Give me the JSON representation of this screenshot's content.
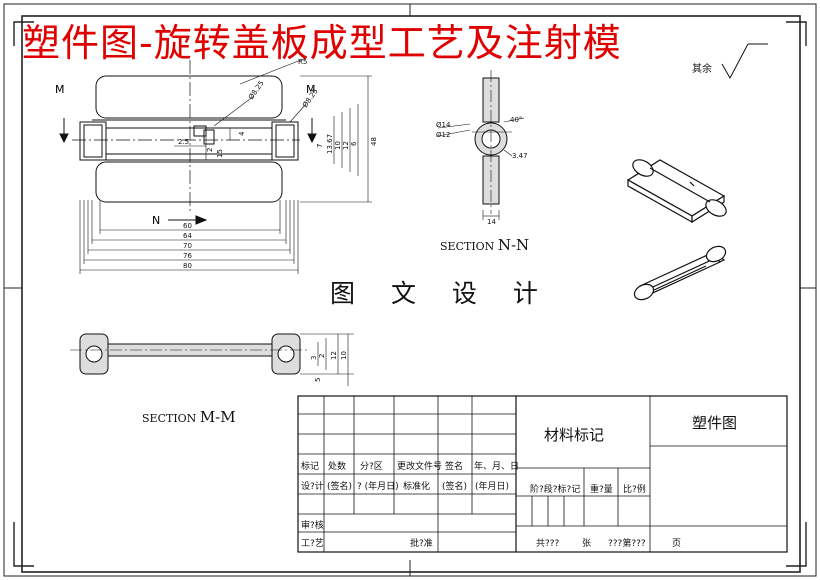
{
  "banner": "塑件图-旋转盖板成型工艺及注射模",
  "roughness_note": "其余",
  "views": {
    "m_label_left": "M",
    "m_label_right": "M",
    "n_label": "N",
    "section_nn_word": "SECTION",
    "section_nn_name": "N-N",
    "section_mm_word": "SECTION",
    "section_mm_name": "M-M",
    "design_text": "图 文 设 计"
  },
  "dims": {
    "d60": "60",
    "d64": "64",
    "d70": "70",
    "d76": "76",
    "d80": "80",
    "d48": "48",
    "d6": "6",
    "d1367": "13.67",
    "d7": "7",
    "d4": "4",
    "d2": "2",
    "d10": "10",
    "d15": "15",
    "d12": "12",
    "dr0": "R5",
    "d40deg": "40°",
    "d347": "3.47",
    "d14": "14",
    "d25": "2.5",
    "d5": "5",
    "d2b": "2",
    "d3": "3",
    "dphi": "Ø8.25",
    "dphi2": "Ø8.25",
    "dphiA": "Ø14",
    "dphiB": "Ø12"
  },
  "title_block": {
    "material": "材料标记",
    "drawing_name": "塑件图",
    "row_labels": [
      "标记",
      "处数",
      "分?区",
      "更改文件号",
      "签名",
      "年、月、日"
    ],
    "design_row": [
      "设?计",
      "(签名)",
      "? (年月日)",
      "标准化",
      "(签名)",
      "(年月日)"
    ],
    "stage_labels": [
      "阶?段?标?记",
      "重?量",
      "比?例"
    ],
    "review": "审?核",
    "process": "工?艺",
    "approve": "批?准",
    "total": "共???",
    "sheet_word": "张",
    "nth": "???第???",
    "page": "页"
  }
}
